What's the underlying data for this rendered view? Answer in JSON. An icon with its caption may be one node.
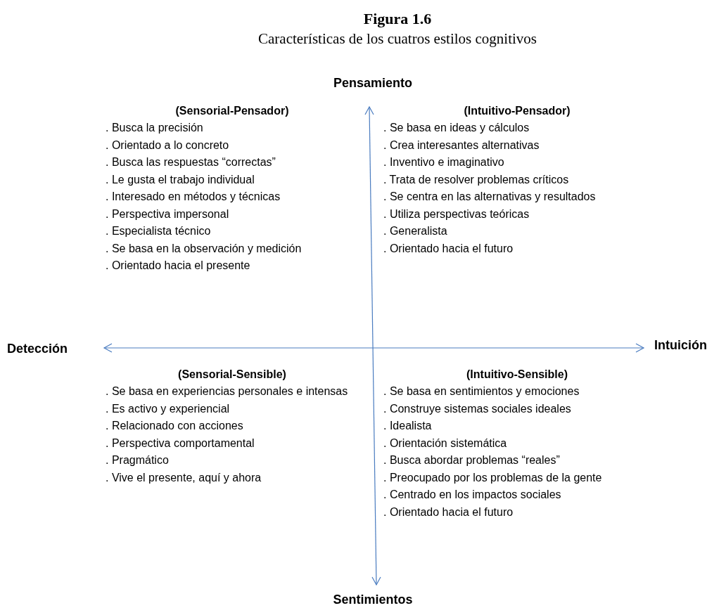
{
  "diagram": {
    "title": "Figura 1.6",
    "caption": "Características de los cuatros estilos cognitivos",
    "labels": [
      "Pensamiento",
      "(Sensorial-Pensador)",
      ". Busca la precisión",
      ". Orientado a lo concreto",
      ". Busca las respuestas “correctas”",
      ". Le gusta el trabajo individual",
      ". Interesado en métodos y técnicas",
      ". Perspectiva impersonal",
      ". Especialista técnico",
      ". Se basa en la observación y medición",
      ". Orientado hacia el presente",
      "(Intuitivo-Pensador)",
      ". Se basa en ideas y cálculos",
      ". Crea interesantes alternativas",
      ". Inventivo e imaginativo",
      ". Trata de resolver problemas críticos",
      ". Se centra en las alternativas y resultados",
      ". Utiliza perspectivas teóricas",
      ". Generalista",
      ". Orientado hacia el futuro",
      "Detección",
      "Intuición",
      "(Sensorial-Sensible)",
      ". Se basa en experiencias personales e intensas",
      ". Es activo y experiencial",
      ". Relacionado con acciones",
      ". Perspectiva comportamental",
      ". Pragmático",
      ". Vive el presente, aquí y ahora",
      "(Intuitivo-Sensible)",
      ". Se basa en sentimientos y emociones",
      ". Construye sistemas sociales ideales",
      ". Idealista",
      ". Orientación sistemática",
      ". Busca abordar problemas “reales”",
      ". Preocupado por los problemas de la gente",
      ". Centrado en los impactos sociales",
      ". Orientado hacia el futuro",
      "Sentimientos"
    ]
  }
}
